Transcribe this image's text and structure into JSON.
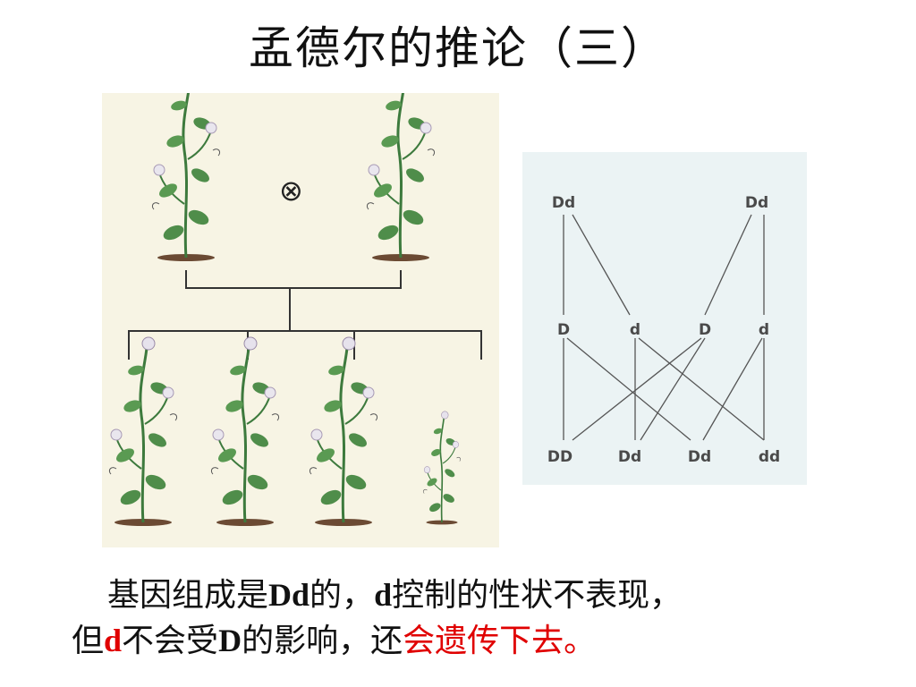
{
  "title": "孟德尔的推论（三）",
  "cross_symbol": "⊗",
  "diagram": {
    "parents": [
      "Dd",
      "Dd"
    ],
    "gametes": [
      "D",
      "d",
      "D",
      "d"
    ],
    "offspring": [
      "DD",
      "Dd",
      "Dd",
      "dd"
    ]
  },
  "caption": {
    "line1": {
      "t1": "基因组成是",
      "b1": "Dd",
      "t2": "的，",
      "b2": "d",
      "t3": "控制的性状不表现，"
    },
    "line2": {
      "t1": "但",
      "red_b": "d",
      "t2": "不会受",
      "b": "D",
      "t3": "的影响，还",
      "red": "会遗传下去。"
    }
  },
  "colors": {
    "accent_red": "#e00000",
    "plant_panel": "#f7f4e4",
    "diagram_panel": "#ebf3f4"
  }
}
